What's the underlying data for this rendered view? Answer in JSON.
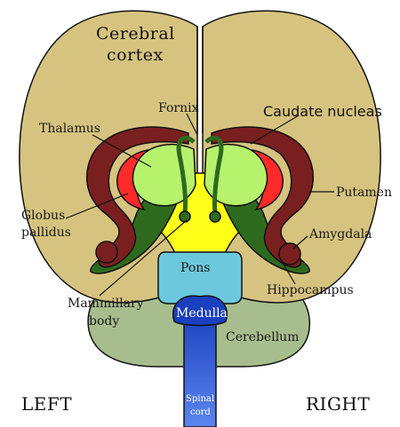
{
  "labels": {
    "cerebral_cortex_line1": "Cerebral",
    "cerebral_cortex_line2": "cortex",
    "fornix": "Fornix",
    "caudate_nucleas": "Caudate nucleas",
    "thalamus": "Thalamus",
    "putamen": "Putamen",
    "globus_pallidus_line1": "Globus",
    "globus_pallidus_line2": "pallidus",
    "amygdala": "Amygdala",
    "pons": "Pons",
    "hippocampus": "Hippocampus",
    "mammillary_body_line1": "Mammillary",
    "mammillary_body_line2": "body",
    "medulla": "Medulla",
    "cerebellum": "Cerebellum",
    "spinal_cord_line1": "Spinal",
    "spinal_cord_line2": "cord",
    "left": "LEFT",
    "right": "RIGHT"
  },
  "colors": {
    "cortex": "#d6c37f",
    "cerebellum": "#a8bd8d",
    "caudate_putamen": "#7a1f1f",
    "globus_pallidus": "#ff2a2a",
    "thalamus": "#b6f26b",
    "fornix_hippocampus": "#2e6a1e",
    "brainstem_yellow": "#ffff1a",
    "pons": "#6cc8dc",
    "medulla": "#1a3fbf",
    "spinal_cord": "#3d63d8"
  }
}
